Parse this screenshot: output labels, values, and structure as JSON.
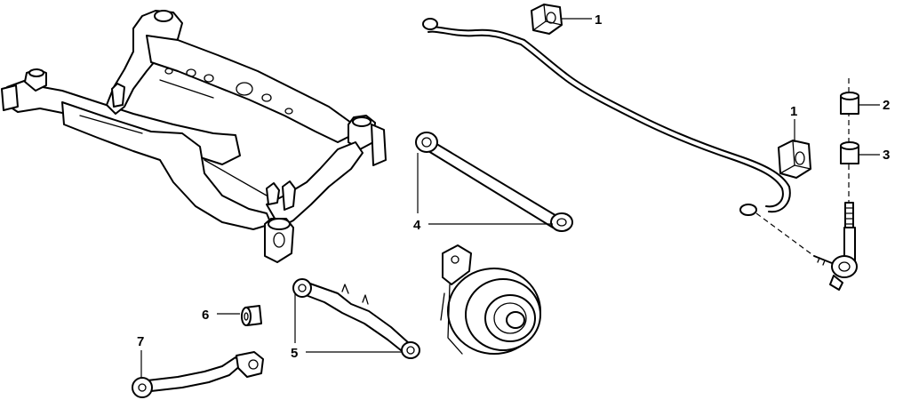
{
  "callouts": {
    "c1a": "1",
    "c1b": "1",
    "c2": "2",
    "c3": "3",
    "c4": "4",
    "c5": "5",
    "c6": "6",
    "c7": "7"
  },
  "parts": {
    "subframe": "rear-subframe",
    "stabilizer": "stabilizer-bar",
    "bushing_1": "stabilizer-bushing",
    "bushing_2": "upper-bushing",
    "bushing_3": "lower-bushing",
    "link": "stabilizer-link",
    "upper_link": "upper-link-arm",
    "lower_link": "lower-link-arm",
    "bushing_6": "arm-bushing",
    "toe_link": "toe-control-link",
    "hub": "wheel-hub-knuckle"
  }
}
